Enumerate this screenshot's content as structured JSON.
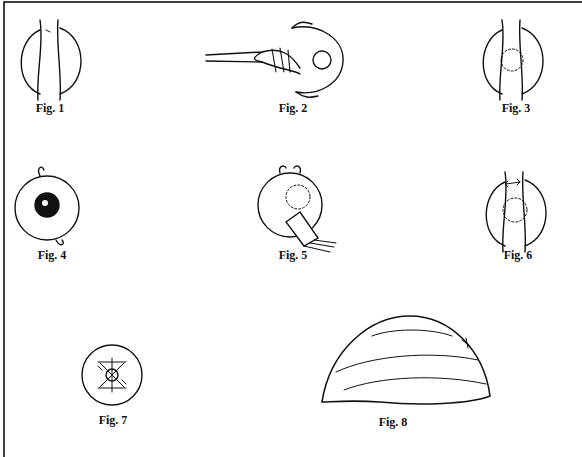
{
  "diagram": {
    "labels": [
      "Fig. 1",
      "Fig. 2",
      "Fig. 3",
      "Fig. 4",
      "Fig. 5",
      "Fig. 6",
      "Fig. 7",
      "Fig. 8"
    ]
  }
}
